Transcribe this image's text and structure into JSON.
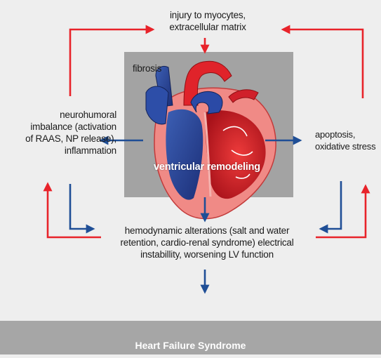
{
  "nodes": {
    "top": "injury to myocytes,\nextracellular matrix",
    "left": "neurohumoral\nimbalance (activation\nof RAAS, NP release),\ninflammation",
    "right": "apoptosis,\noxidative stress",
    "bottom": "hemodynamic alterations (salt and water\nretention, cardio-renal syndrome) electrical\ninstabillity, worsening LV function",
    "fibrosis": "fibrosis",
    "center": "ventricular remodeling"
  },
  "footer": {
    "title": "Heart Failure Syndrome"
  },
  "colors": {
    "red_arrow": "#e8232a",
    "blue_arrow": "#1f4e96",
    "center_box": "#a3a3a3",
    "background": "#eeeeee",
    "footer_bar": "#a6a6a6"
  }
}
